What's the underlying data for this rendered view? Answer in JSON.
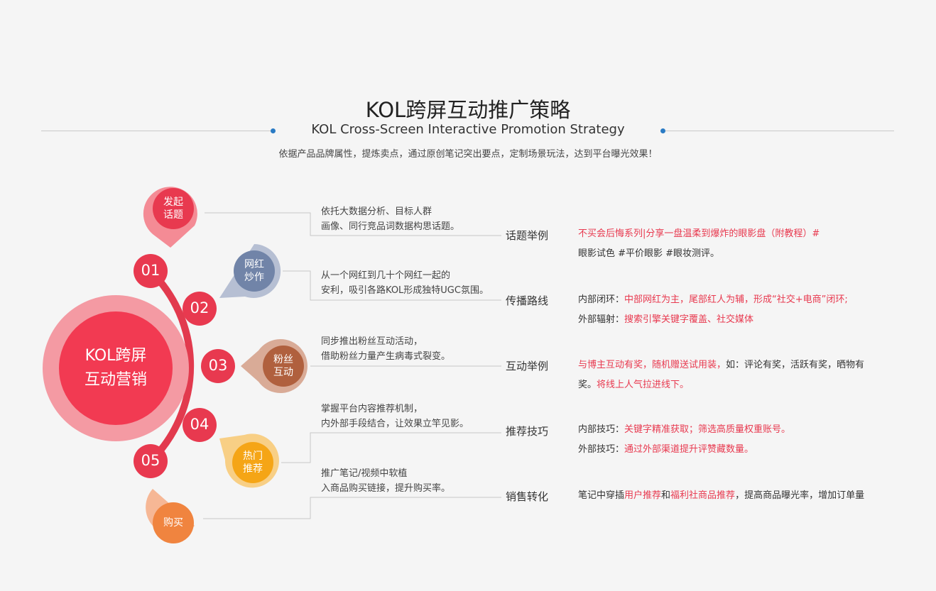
{
  "header": {
    "title": "KOL跨屏互动推广策略",
    "subtitle": "KOL Cross-Screen Interactive Promotion Strategy",
    "description": "依据产品品牌属性，提炼卖点，通过原创笔记突出要点，定制场景玩法，达到平台曝光效果！"
  },
  "center": {
    "line1": "KOL跨屏",
    "line2": "互动营销"
  },
  "numbers": [
    "01",
    "02",
    "03",
    "04",
    "05"
  ],
  "pins": [
    {
      "line1": "发起",
      "line2": "话题",
      "color": "#e8394f"
    },
    {
      "line1": "网红",
      "line2": "炒作",
      "color": "#7184a8"
    },
    {
      "line1": "粉丝",
      "line2": "互动",
      "color": "#b0603e"
    },
    {
      "line1": "热门",
      "line2": "推荐",
      "color": "#f5a516"
    },
    {
      "line1": "购买",
      "line2": "",
      "color": "#f0843f"
    }
  ],
  "steps": [
    {
      "line1": "依托大数据分析、目标人群",
      "line2": "画像、同行竞品词数据构思话题。"
    },
    {
      "line1": "从一个网红到几十个网红一起的",
      "line2": "安利，吸引各路KOL形成独特UGC氛围。"
    },
    {
      "line1": "同步推出粉丝互动活动，",
      "line2": "借助粉丝力量产生病毒式裂变。"
    },
    {
      "line1": "掌握平台内容推荐机制，",
      "line2": "内外部手段结合，让效果立竿见影。"
    },
    {
      "line1": "推广笔记/视频中软植",
      "line2": "入商品购买链接，提升购买率。"
    }
  ],
  "categories": [
    "话题举例",
    "传播路线",
    "互动举例",
    "推荐技巧",
    "销售转化"
  ],
  "details": {
    "d1_line1": "不买会后悔系列|分享一盘温柔到爆炸的眼影盘（附教程）#",
    "d1_line2": "眼影试色 #平价眼影 #眼妆测评。",
    "d2_l1_prefix": "内部闭环：",
    "d2_l1_red": "中部网红为主，尾部红人为辅，形成“社交+电商”闭环;",
    "d2_l2_prefix": "外部辐射：",
    "d2_l2_red": "搜索引擎关键字覆盖、社交媒体",
    "d3_l1_red": "与博主互动有奖，随机赠送试用装，",
    "d3_l1_rest": "如：评论有奖，活跃有奖，晒物有",
    "d3_l2_prefix": "奖。",
    "d3_l2_red": "将线上人气拉进线下。",
    "d4_l1_prefix": "内部技巧：",
    "d4_l1_red": "关键字精准获取；筛选高质量权重账号。",
    "d4_l2_prefix": "外部技巧：",
    "d4_l2_red": "通过外部渠道提升评赞藏数量。",
    "d5_a": "笔记中穿插",
    "d5_b": "用户推荐",
    "d5_c": "和",
    "d5_d": "福利社商品推荐",
    "d5_e": "，提高商品曝光率，增加订单量"
  },
  "colors": {
    "accent_red": "#e8394f",
    "arc": "#e23a4e",
    "dot_blue": "#2a7bc4"
  }
}
